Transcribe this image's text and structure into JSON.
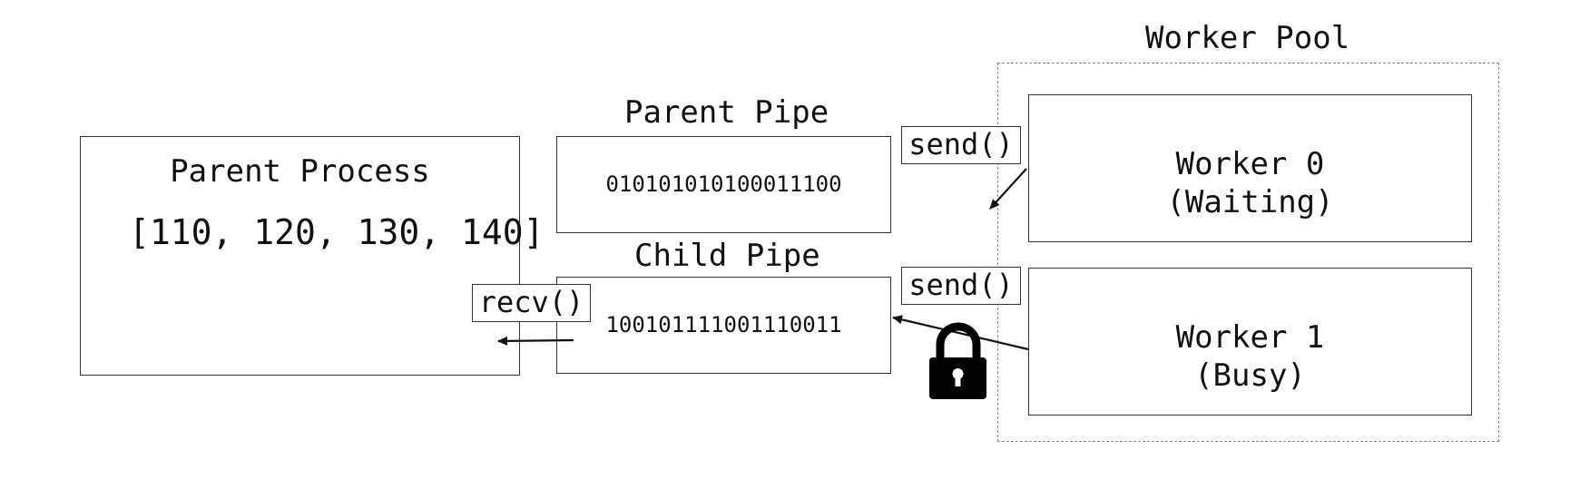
{
  "worker_pool": {
    "title": "Worker Pool"
  },
  "parent_process": {
    "title": "Parent Process",
    "data": "[110, 120, 130, 140]"
  },
  "parent_pipe": {
    "title": "Parent Pipe",
    "bits": "010101010100011100"
  },
  "child_pipe": {
    "title": "Child Pipe",
    "bits": "100101111001110011"
  },
  "workers": [
    {
      "name": "Worker 0",
      "status": "(Waiting)"
    },
    {
      "name": "Worker 1",
      "status": "(Busy)"
    }
  ],
  "calls": {
    "send_0": "send()",
    "send_1": "send()",
    "recv": "recv()"
  },
  "icons": {
    "lock": "lock-icon"
  }
}
